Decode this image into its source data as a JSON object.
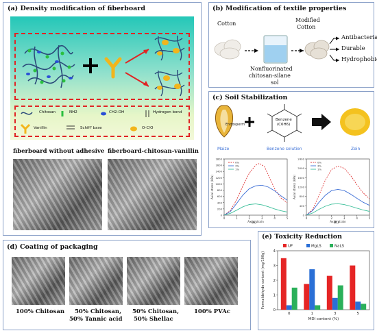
{
  "panel_a": {
    "title": "(a) Density modification of fiberboard",
    "legend": {
      "chitosan": "Chitosan",
      "nh2": "NH2",
      "ch2oh": "CH2-OH",
      "hbond": "Hydrogen bond",
      "vanillin": "Vanillin",
      "schiff": "Schiff' base",
      "occo": "O-C/O"
    },
    "sem_left_label": "fiberboard without adhesive",
    "sem_right_label": "fiberboard-chitosan-vanillin"
  },
  "panel_b": {
    "title": "(b) Modification of textile properties",
    "cotton": "Cotton",
    "modified_cotton_1": "Modified",
    "modified_cotton_2": "Cotton",
    "sol_1": "Nonfluorinated",
    "sol_2": "chitosan-silane",
    "sol_3": "sol",
    "props": [
      "Antibacterial",
      "Durable",
      "Hydrophobic"
    ]
  },
  "panel_c": {
    "title": "(c) Soil Stabilization",
    "endosperm": "Endosperm",
    "maize": "Maize",
    "benzene_label": "Benzene",
    "benzene_formula": "(C6H6)",
    "benzene_solution": "Benzene solution",
    "zein": "Zein",
    "chart_a_label": "(a)",
    "chart_b_label": "(b)",
    "legend": [
      "0%",
      "3%",
      "1%"
    ]
  },
  "panel_d": {
    "title": "(d) Coating of packaging",
    "labels": [
      [
        "100% Chitosan",
        ""
      ],
      [
        "50% Chitosan,",
        "50% Tannic acid"
      ],
      [
        "50% Chitosan,",
        "50% Shellac"
      ],
      [
        "100% PVAc",
        ""
      ]
    ]
  },
  "panel_e": {
    "title": "(e) Toxicity Reduction"
  },
  "chart_data": [
    {
      "type": "line",
      "title": "",
      "xlabel": "Axial strain",
      "ylabel": "Axial stress (kPa)",
      "xlim": [
        0,
        5
      ],
      "ylim": [
        0,
        1800
      ],
      "yticks": [
        0,
        200,
        400,
        600,
        800,
        1000,
        1200,
        1400,
        1600,
        1800
      ],
      "xticks": [
        0,
        1,
        2,
        3,
        4,
        5
      ],
      "series": [
        {
          "name": "0%",
          "color": "#e03a3a",
          "dash": true,
          "x": [
            0,
            0.5,
            1,
            1.5,
            2,
            2.5,
            2.8,
            3.2,
            3.6,
            4,
            4.5,
            5
          ],
          "y": [
            0,
            150,
            500,
            950,
            1350,
            1600,
            1660,
            1550,
            1200,
            850,
            550,
            400
          ]
        },
        {
          "name": "3%",
          "color": "#3d6fd6",
          "dash": false,
          "x": [
            0,
            0.5,
            1,
            1.5,
            2,
            2.5,
            3,
            3.5,
            4,
            4.5,
            5
          ],
          "y": [
            0,
            120,
            380,
            650,
            850,
            940,
            960,
            900,
            780,
            620,
            480
          ]
        },
        {
          "name": "1%",
          "color": "#3cbf9a",
          "dash": false,
          "x": [
            0,
            0.5,
            1,
            1.5,
            2,
            2.5,
            3,
            3.5,
            4,
            4.5,
            5
          ],
          "y": [
            0,
            60,
            160,
            270,
            340,
            360,
            330,
            270,
            200,
            140,
            100
          ]
        }
      ]
    },
    {
      "type": "line",
      "title": "",
      "xlabel": "Axial strain",
      "ylabel": "Axial stress (kPa)",
      "xlim": [
        0,
        5
      ],
      "ylim": [
        0,
        2400
      ],
      "yticks": [
        0,
        400,
        800,
        1200,
        1600,
        2000,
        2400
      ],
      "xticks": [
        0,
        1,
        2,
        3,
        4,
        5
      ],
      "series": [
        {
          "name": "0%",
          "color": "#e03a3a",
          "dash": true,
          "x": [
            0,
            0.5,
            1,
            1.5,
            2,
            2.5,
            3,
            3.5,
            4,
            4.5,
            5
          ],
          "y": [
            0,
            250,
            850,
            1500,
            1950,
            2100,
            2000,
            1700,
            1300,
            950,
            700
          ]
        },
        {
          "name": "3%",
          "color": "#3d6fd6",
          "dash": false,
          "x": [
            0,
            0.5,
            1,
            1.5,
            2,
            2.5,
            3,
            3.5,
            4,
            4.5,
            5
          ],
          "y": [
            0,
            200,
            550,
            850,
            1050,
            1100,
            1050,
            900,
            720,
            550,
            420
          ]
        },
        {
          "name": "1%",
          "color": "#3cbf9a",
          "dash": false,
          "x": [
            0,
            0.5,
            1,
            1.5,
            2,
            2.5,
            3,
            3.5,
            4,
            4.5,
            5
          ],
          "y": [
            0,
            90,
            250,
            380,
            470,
            490,
            450,
            380,
            300,
            220,
            160
          ]
        }
      ]
    },
    {
      "type": "bar",
      "title": "",
      "xlabel": "MDI content (%)",
      "ylabel": "Formaldehyde content (mg/100g)",
      "categories": [
        "0",
        "1",
        "3",
        "5"
      ],
      "ylim": [
        0,
        4
      ],
      "yticks": [
        0,
        1,
        2,
        3,
        4
      ],
      "legend_position": "top",
      "series": [
        {
          "name": "UF",
          "color": "#e52525",
          "values": [
            3.5,
            1.75,
            2.3,
            3.0
          ]
        },
        {
          "name": "MgLS",
          "color": "#2a6fd6",
          "values": [
            0.3,
            2.75,
            0.8,
            0.55
          ]
        },
        {
          "name": "NaLS",
          "color": "#2bb05a",
          "values": [
            1.5,
            0.3,
            1.65,
            0.4
          ]
        }
      ]
    }
  ]
}
